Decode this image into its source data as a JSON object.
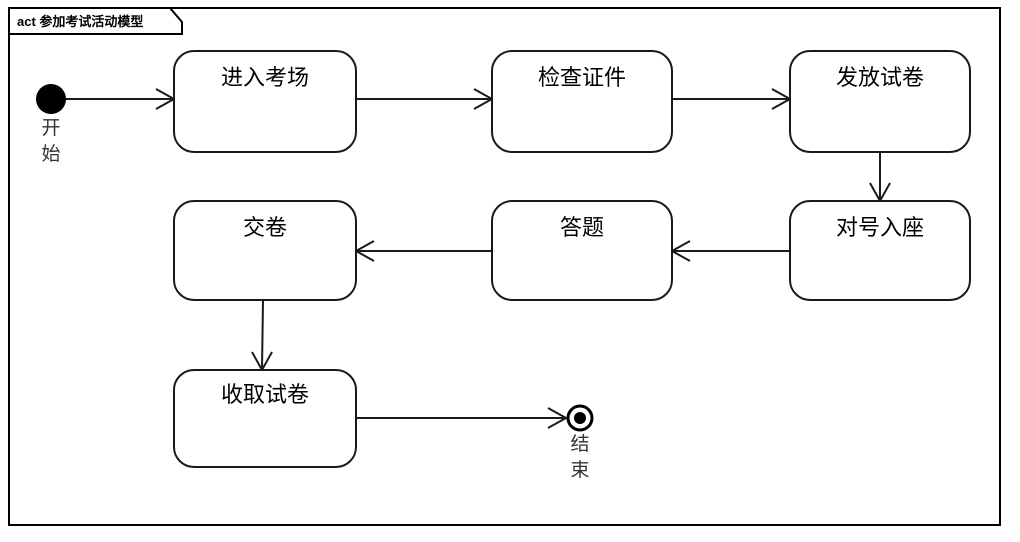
{
  "diagram": {
    "kind": "act",
    "frame_label_prefix": "act",
    "frame_label_name": "参加考试活动模型",
    "frame_label_full": "act 参加考试活动模型",
    "colors": {
      "background": "#ffffff",
      "stroke": "#1a1a1a",
      "frame_stroke": "#000000",
      "node_fill": "#ffffff",
      "text": "#000000"
    },
    "nodes": [
      {
        "id": "start",
        "type": "initial-node",
        "label": "开始",
        "label_orientation": "vertical"
      },
      {
        "id": "n1",
        "type": "activity",
        "label": "进入考场"
      },
      {
        "id": "n2",
        "type": "activity",
        "label": "检查证件"
      },
      {
        "id": "n3",
        "type": "activity",
        "label": "发放试卷"
      },
      {
        "id": "n4",
        "type": "activity",
        "label": "对号入座"
      },
      {
        "id": "n5",
        "type": "activity",
        "label": "答题"
      },
      {
        "id": "n6",
        "type": "activity",
        "label": "交卷"
      },
      {
        "id": "n7",
        "type": "activity",
        "label": "收取试卷"
      },
      {
        "id": "end",
        "type": "final-node",
        "label": "结束",
        "label_orientation": "vertical"
      }
    ],
    "edges": [
      {
        "from": "start",
        "to": "n1",
        "direction": "right"
      },
      {
        "from": "n1",
        "to": "n2",
        "direction": "right"
      },
      {
        "from": "n2",
        "to": "n3",
        "direction": "right"
      },
      {
        "from": "n3",
        "to": "n4",
        "direction": "down"
      },
      {
        "from": "n4",
        "to": "n5",
        "direction": "left"
      },
      {
        "from": "n5",
        "to": "n6",
        "direction": "left"
      },
      {
        "from": "n6",
        "to": "n7",
        "direction": "down"
      },
      {
        "from": "n7",
        "to": "end",
        "direction": "right"
      }
    ]
  }
}
